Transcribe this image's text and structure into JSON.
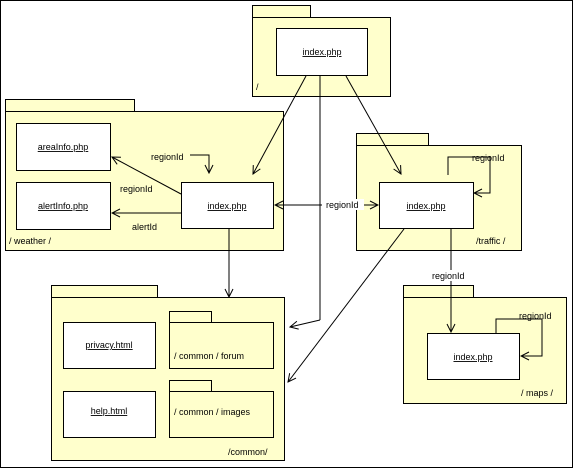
{
  "packages": {
    "root": {
      "label": "/"
    },
    "weather": {
      "label": "/ weather /"
    },
    "traffic": {
      "label": "/traffic /"
    },
    "common": {
      "label": "/common/"
    },
    "maps": {
      "label": "/ maps /"
    },
    "forum": {
      "label": "/ common / forum"
    },
    "images": {
      "label": "/ common / images"
    }
  },
  "files": {
    "root_index": "index.php",
    "weather_index": "index.php",
    "area_info": "areaInfo.php",
    "alert_info": "alertInfo.php",
    "traffic_index": "index.php",
    "maps_index": "index.php",
    "privacy": "privacy.html",
    "help": "help.html"
  },
  "edge_labels": {
    "weather_self_loop": "regionId",
    "weather_to_areainfo": "regionId",
    "weather_to_alertinfo": "alertId",
    "weather_traffic": "regionId",
    "traffic_self_loop": "regionId",
    "traffic_to_maps": "regionId",
    "maps_self_loop": "regionId"
  }
}
